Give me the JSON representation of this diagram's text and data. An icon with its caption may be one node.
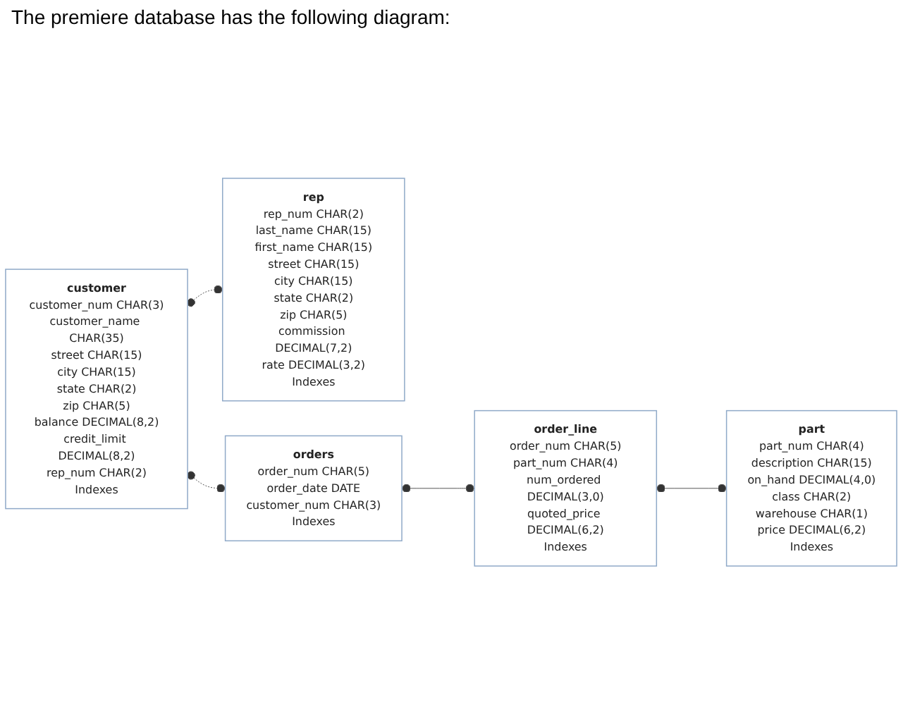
{
  "diagram": {
    "title": "The premiere database has the following diagram:",
    "nodes": [
      {
        "text": [
          "customer",
          "customer_num CHAR(3)",
          "customer_name CHAR(35)",
          "street CHAR(15)",
          "city CHAR(15)",
          "state CHAR(2)",
          "zip CHAR(5)",
          "balance DECIMAL(8,2)",
          "credit_limit DECIMAL(8,2)",
          "rep_num CHAR(2)",
          "Indexes"
        ]
      },
      {
        "text": [
          "rep",
          "rep_num CHAR(2)",
          "last_name CHAR(15)",
          "first_name CHAR(15)",
          "street CHAR(15)",
          "city CHAR(15)",
          "state CHAR(2)",
          "zip CHAR(5)",
          "commission DECIMAL(7,2)",
          "rate DECIMAL(3,2)",
          "Indexes"
        ]
      },
      {
        "text": [
          "orders",
          "order_num CHAR(5)",
          "order_date DATE",
          "customer_num CHAR(3)",
          "Indexes"
        ]
      },
      {
        "text": [
          "order_line",
          "order_num CHAR(5)",
          "part_num CHAR(4)",
          "num_ordered DECIMAL(3,0)",
          "quoted_price DECIMAL(6,2)",
          "Indexes"
        ]
      },
      {
        "text": [
          "part",
          "part_num CHAR(4)",
          "description CHAR(15)",
          "on_hand DECIMAL(4,0)",
          "class CHAR(2)",
          "warehouse CHAR(1)",
          "price DECIMAL(6,2)",
          "Indexes"
        ]
      }
    ],
    "edges": [
      {
        "from": 0,
        "to": 1,
        "arrow": "other",
        "style": "dashed"
      },
      {
        "from": 0,
        "to": 2,
        "arrow": "other",
        "style": "dashed"
      },
      {
        "from": 2,
        "to": 3,
        "arrow": "other"
      },
      {
        "from": 3,
        "to": 4,
        "arrow": "other"
      }
    ]
  }
}
